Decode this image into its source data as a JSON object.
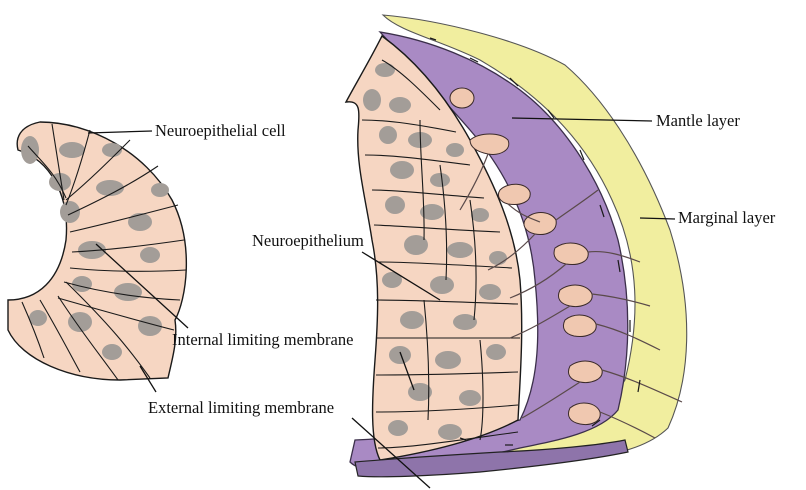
{
  "labels": {
    "neuroepithelial_cell": "Neuroepithelial cell",
    "neuroepithelium": "Neuroepithelium",
    "internal_limiting_membrane": "Internal limiting membrane",
    "external_limiting_membrane": "External limiting membrane",
    "mantle_layer": "Mantle layer",
    "marginal_layer": "Marginal layer"
  },
  "colors": {
    "epithelium_fill": "#f6d6c2",
    "nucleus": "#a39d98",
    "mantle_fill": "#a98ac4",
    "marginal_fill": "#f1ee9f",
    "outline": "#1a1a1a"
  }
}
